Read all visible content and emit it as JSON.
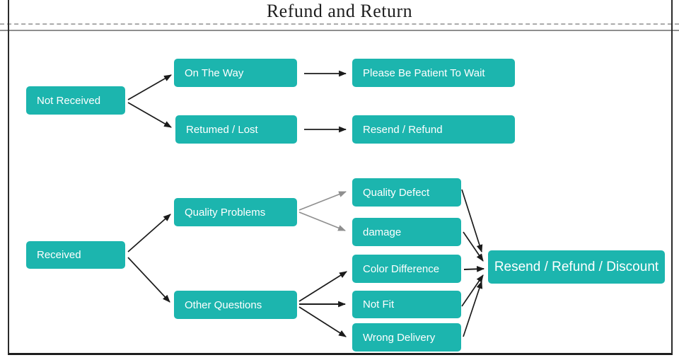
{
  "page": {
    "title": "Refund and Return"
  },
  "colors": {
    "node_fill": "#1cb5ae",
    "node_text": "#ffffff",
    "arrow_black": "#1b1b1b",
    "arrow_gray": "#8f8f8f",
    "frame_border": "#2b2b2b",
    "divider_dashed": "#aaaaaa",
    "divider_solid": "#8f8f8f",
    "title_text": "#1f1f1f"
  },
  "nodes": {
    "not_received": {
      "label": "Not Received"
    },
    "on_the_way": {
      "label": "On The Way"
    },
    "please_wait": {
      "label": "Please Be Patient To Wait"
    },
    "returned_lost": {
      "label": "Retumed / Lost"
    },
    "resend_refund": {
      "label": "Resend / Refund"
    },
    "received": {
      "label": "Received"
    },
    "quality_problems": {
      "label": "Quality Problems"
    },
    "other_questions": {
      "label": "Other Questions"
    },
    "quality_defect": {
      "label": "Quality Defect"
    },
    "damage": {
      "label": "damage"
    },
    "color_difference": {
      "label": "Color Difference"
    },
    "not_fit": {
      "label": "Not Fit"
    },
    "wrong_delivery": {
      "label": "Wrong Delivery"
    },
    "resend_refund_discount": {
      "label": "Resend / Refund / Discount"
    }
  },
  "edges": [
    {
      "from": "not_received",
      "to": "on_the_way",
      "color": "black"
    },
    {
      "from": "not_received",
      "to": "returned_lost",
      "color": "black"
    },
    {
      "from": "on_the_way",
      "to": "please_wait",
      "color": "black"
    },
    {
      "from": "returned_lost",
      "to": "resend_refund",
      "color": "black"
    },
    {
      "from": "received",
      "to": "quality_problems",
      "color": "black"
    },
    {
      "from": "received",
      "to": "other_questions",
      "color": "black"
    },
    {
      "from": "quality_problems",
      "to": "quality_defect",
      "color": "gray"
    },
    {
      "from": "quality_problems",
      "to": "damage",
      "color": "gray"
    },
    {
      "from": "other_questions",
      "to": "color_difference",
      "color": "black"
    },
    {
      "from": "other_questions",
      "to": "not_fit",
      "color": "black"
    },
    {
      "from": "other_questions",
      "to": "wrong_delivery",
      "color": "black"
    },
    {
      "from": "quality_defect",
      "to": "resend_refund_discount",
      "color": "black"
    },
    {
      "from": "damage",
      "to": "resend_refund_discount",
      "color": "black"
    },
    {
      "from": "color_difference",
      "to": "resend_refund_discount",
      "color": "black"
    },
    {
      "from": "not_fit",
      "to": "resend_refund_discount",
      "color": "black"
    },
    {
      "from": "wrong_delivery",
      "to": "resend_refund_discount",
      "color": "black"
    }
  ]
}
